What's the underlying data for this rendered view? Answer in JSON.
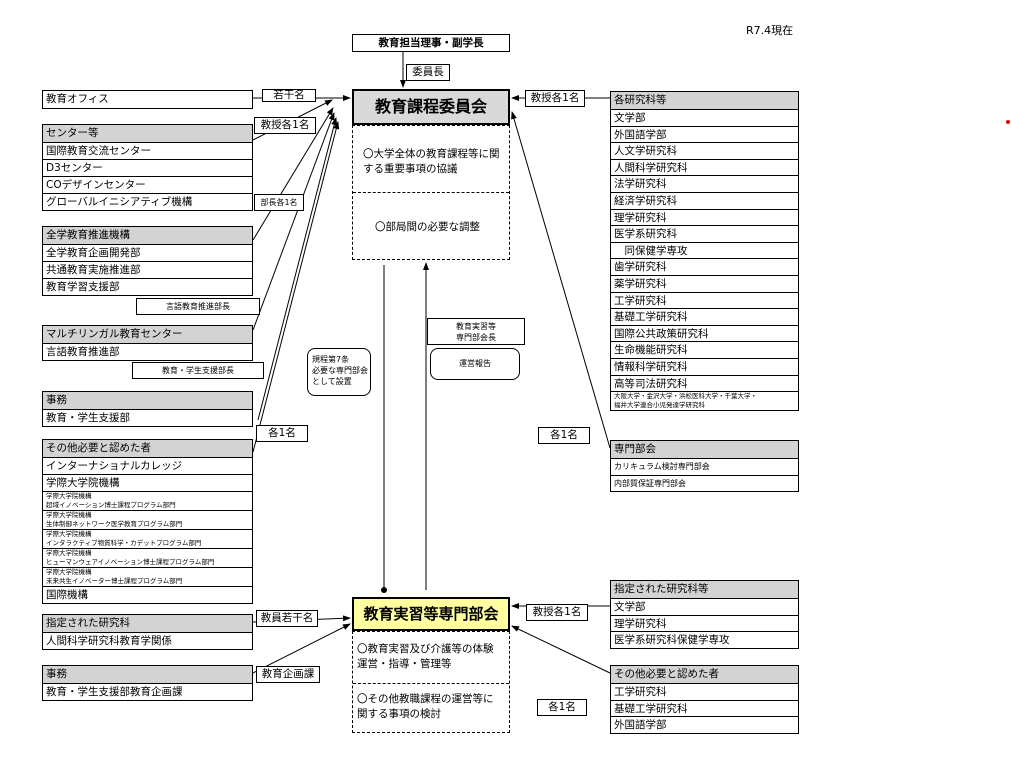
{
  "date": "R7.4現在",
  "top": {
    "title": "教育担当理事・副学長",
    "chair": "委員長"
  },
  "committee": {
    "title": "教育課程委員会",
    "duty1": "〇大学全体の教育課程等に関する重要事項の協議",
    "duty2": "〇部局間の必要な調整"
  },
  "subcommittee": {
    "title": "教育実習等専門部会",
    "duty1": "〇教育実習及び介護等の体験運営・指導・管理等",
    "duty2": "〇その他教職課程の運営等に関する事項の検討"
  },
  "middle": {
    "rule": "規程第7条\n必要な専門部会\nとして設置",
    "head": "教育実習等\n専門部会長",
    "report": "運営報告"
  },
  "left": {
    "office": "教育オフィス",
    "centers": {
      "header": "センター等",
      "items": [
        "国際教育交流センター",
        "D3センター",
        "COデザインセンター",
        "グローバルイニシアティブ機構"
      ]
    },
    "promo": {
      "header": "全学教育推進機構",
      "items": [
        "全学教育企画開発部",
        "共通教育実施推進部",
        "教育学習支援部"
      ]
    },
    "multi": {
      "header": "マルチリンガル教育センター",
      "items": [
        "言語教育推進部"
      ]
    },
    "admin": {
      "header": "事務",
      "items": [
        "教育・学生支援部"
      ]
    },
    "others": {
      "header": "その他必要と認めた者",
      "items": [
        "インターナショナルカレッジ",
        "学際大学院機構"
      ],
      "small": [
        "学際大学院機構\n超域イノベーション博士課程プログラム部門",
        "学際大学院機構\n生体制御ネットワーク医学教育プログラム部門",
        "学際大学院機構\nインタラクティブ物質科学・カデットプログラム部門",
        "学際大学院機構\nヒューマンウェアイノベーション博士課程プログラム部門",
        "学際大学院機構\n未来共生イノベーター博士課程プログラム部門"
      ],
      "last": "国際機構"
    },
    "designated": {
      "header": "指定された研究科",
      "items": [
        "人間科学研究科教育学関係"
      ]
    },
    "admin2": {
      "header": "事務",
      "items": [
        "教育・学生支援部教育企画課"
      ]
    }
  },
  "left_labels": {
    "few": "若干名",
    "prof": "教授各1名",
    "dean": "部長各1名",
    "lang": "言語教育推進部長",
    "edu": "教育・学生支援部長",
    "each": "各1名",
    "staff": "教員若干名",
    "plan": "教育企画課"
  },
  "right": {
    "grad": {
      "header": "各研究科等",
      "items": [
        "文学部",
        "外国語学部",
        "人文学研究科",
        "人間科学研究科",
        "法学研究科",
        "経済学研究科",
        "理学研究科",
        "医学系研究科",
        "　同保健学専攻",
        "歯学研究科",
        "薬学研究科",
        "工学研究科",
        "基礎工学研究科",
        "国際公共政策研究科",
        "生命機能研究科",
        "情報科学研究科",
        "高等司法研究科"
      ],
      "joint": "大阪大学・金沢大学・浜松医科大学・千葉大学・\n福井大学連合小児発達学研究科"
    },
    "sub": {
      "header": "専門部会",
      "items": [
        "カリキュラム検討専門部会",
        "内部質保証専門部会"
      ]
    },
    "designated": {
      "header": "指定された研究科等",
      "items": [
        "文学部",
        "理学研究科",
        "医学系研究科保健学専攻"
      ]
    },
    "others": {
      "header": "その他必要と認めた者",
      "items": [
        "工学研究科",
        "基礎工学研究科",
        "外国語学部"
      ]
    }
  },
  "right_labels": {
    "prof": "教授各1名",
    "each": "各1名",
    "prof2": "教授各1名",
    "each2": "各1名"
  }
}
